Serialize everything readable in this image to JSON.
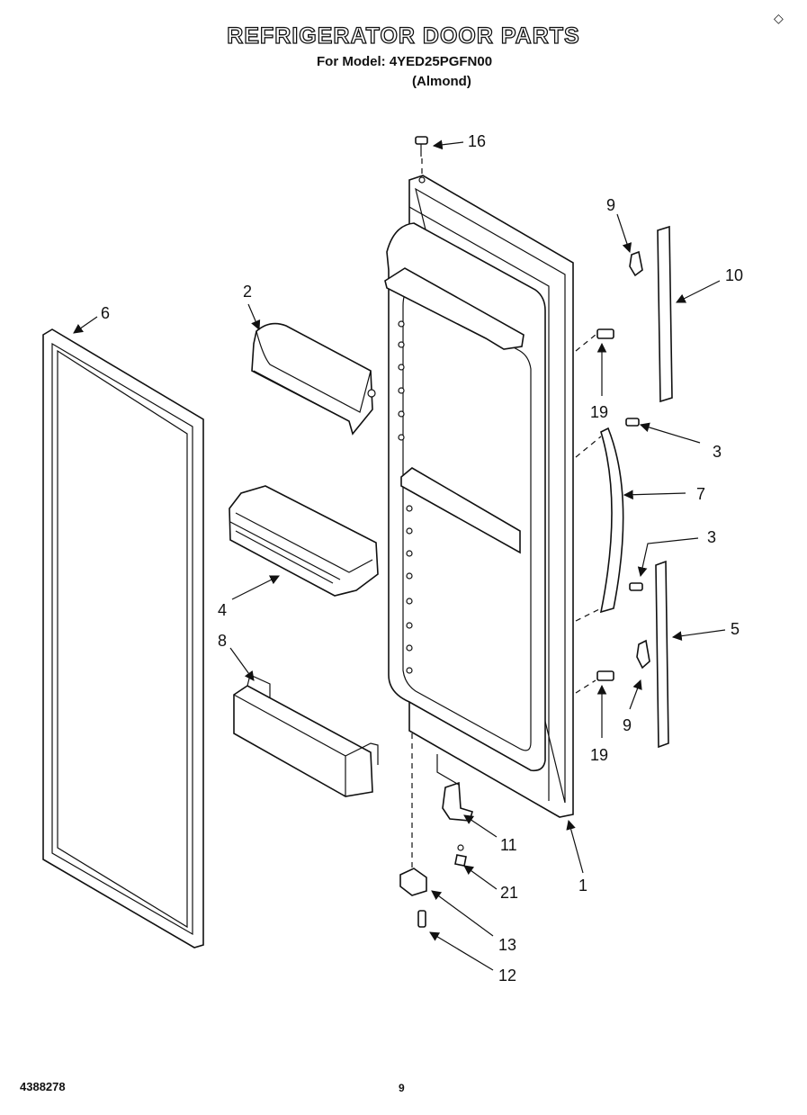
{
  "header": {
    "title": "REFRIGERATOR DOOR PARTS",
    "subtitle": "For Model: 4YED25PGFN00",
    "variant": "(Almond)"
  },
  "footer": {
    "doc_number": "4388278",
    "page_number": "9"
  },
  "corner_mark": "◇",
  "callouts": [
    "16",
    "9",
    "10",
    "2",
    "6",
    "19",
    "3",
    "7",
    "3",
    "4",
    "5",
    "8",
    "9",
    "19",
    "11",
    "21",
    "1",
    "13",
    "12"
  ]
}
